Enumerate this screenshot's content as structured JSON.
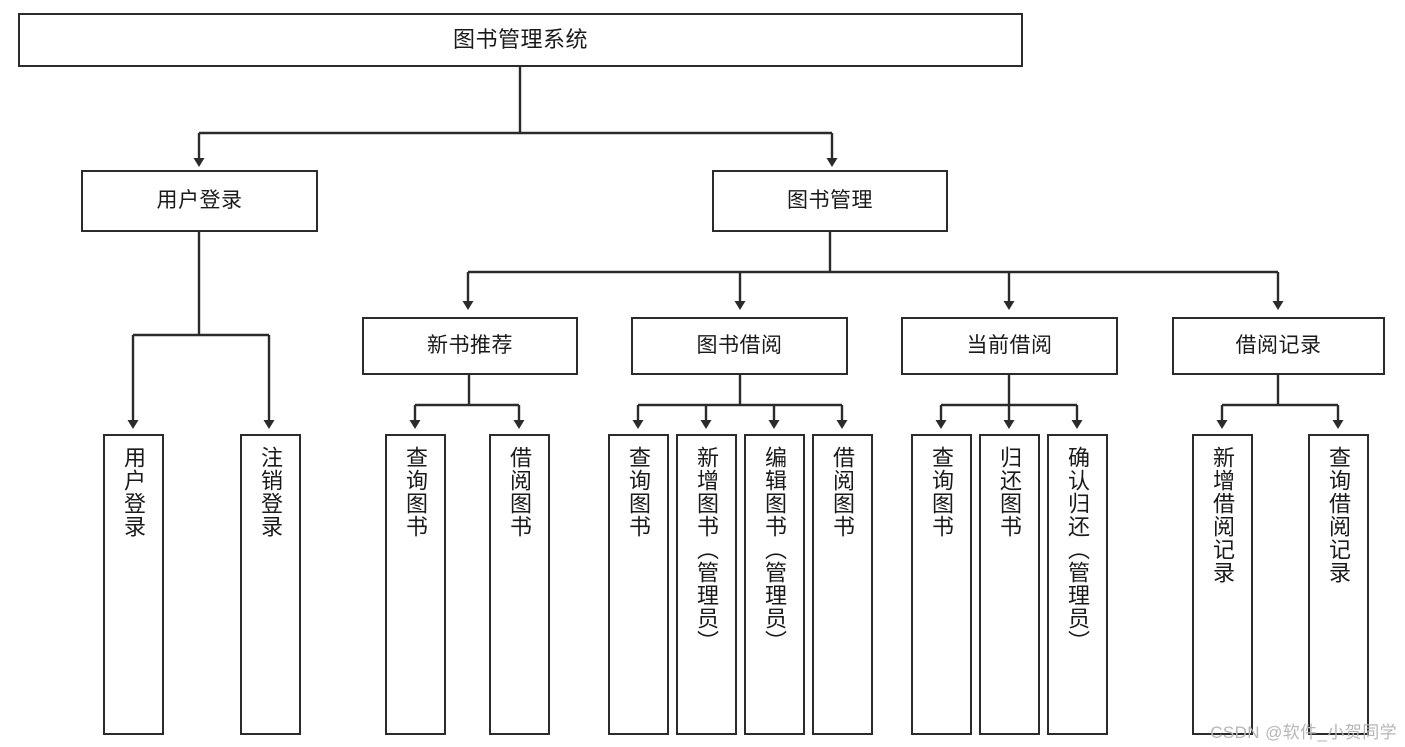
{
  "diagram": {
    "title": "图书管理系统",
    "type": "tree-hierarchy-diagram",
    "colors": {
      "border": "#2b2b2b",
      "background": "#ffffff",
      "text": "#1a1a1a",
      "watermark": "#b6b6b6"
    },
    "root": {
      "label": "图书管理系统"
    },
    "level2": [
      {
        "label": "用户登录"
      },
      {
        "label": "图书管理"
      }
    ],
    "level3": [
      {
        "label": "新书推荐"
      },
      {
        "label": "图书借阅"
      },
      {
        "label": "当前借阅"
      },
      {
        "label": "借阅记录"
      }
    ],
    "leaves": {
      "user_login": [
        {
          "label": "用户登录"
        },
        {
          "label": "注销登录"
        }
      ],
      "new_book_recommend": [
        {
          "label": "查询图书"
        },
        {
          "label": "借阅图书"
        }
      ],
      "book_borrow": [
        {
          "label": "查询图书"
        },
        {
          "label": "新增图书（管理员）"
        },
        {
          "label": "编辑图书（管理员）"
        },
        {
          "label": "借阅图书"
        }
      ],
      "current_borrow": [
        {
          "label": "查询图书"
        },
        {
          "label": "归还图书"
        },
        {
          "label": "确认归还（管理员）"
        }
      ],
      "borrow_record": [
        {
          "label": "新增借阅记录"
        },
        {
          "label": "查询借阅记录"
        }
      ]
    }
  },
  "watermark": {
    "text": "CSDN @软件_小贺同学"
  }
}
